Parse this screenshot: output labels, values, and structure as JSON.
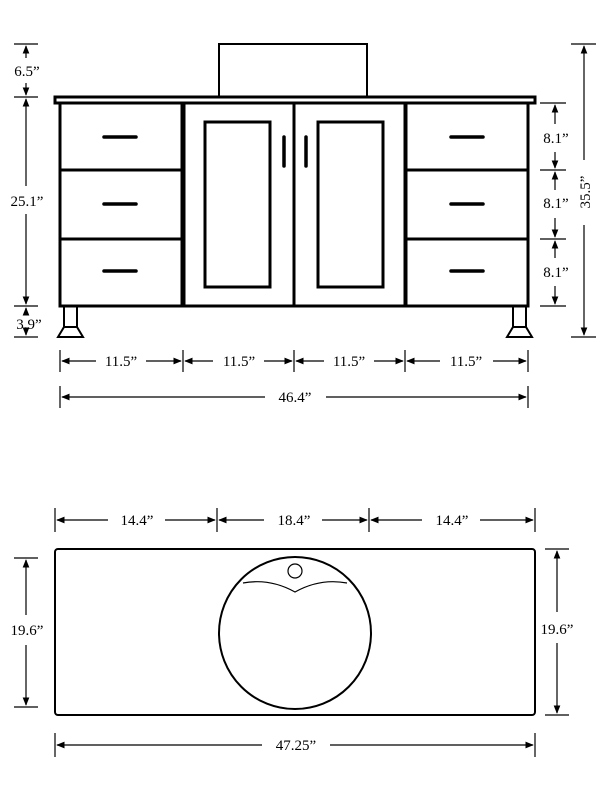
{
  "front_view": {
    "labels": {
      "backsplash_height": "6.5”",
      "cabinet_height": "25.1”",
      "leg_height": "3.9”",
      "total_height": "35.5”",
      "drawer_top": "8.1”",
      "drawer_middle": "8.1”",
      "drawer_bottom": "8.1”",
      "section_1": "11.5”",
      "section_2": "11.5”",
      "section_3": "11.5”",
      "section_4": "11.5”",
      "overall_width": "46.4”"
    }
  },
  "top_view": {
    "labels": {
      "left_width": "14.4”",
      "center_width": "18.4”",
      "right_width": "14.4”",
      "depth_left": "19.6”",
      "depth_right": "19.6”",
      "overall_width": "47.25”"
    }
  }
}
